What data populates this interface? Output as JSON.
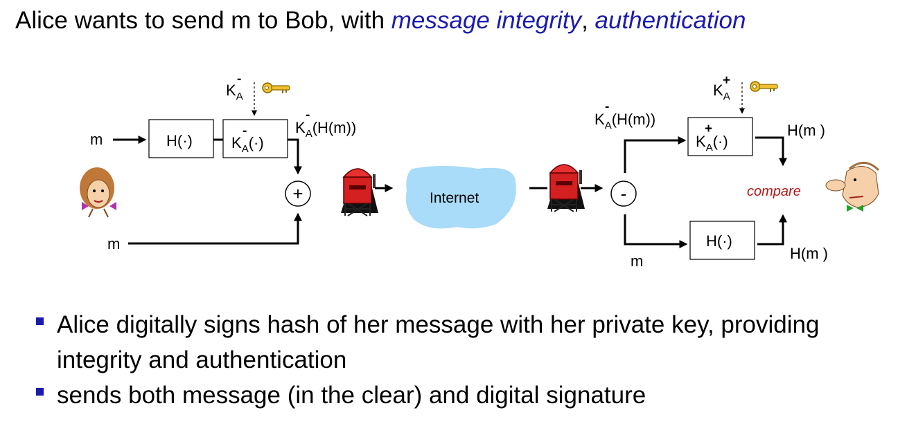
{
  "title": {
    "prefix": "Alice wants to send m to Bob, with ",
    "integrity": "message integrity",
    "separator": ", ",
    "authentication": "authentication"
  },
  "sender": {
    "m_top": "m",
    "m_bottom": "m",
    "hash_box": "H(·)",
    "key_label_base": "K",
    "key_label_sub": "A",
    "key_label_sup": "-",
    "sign_box_base": "K",
    "sign_box_sub": "A",
    "sign_box_sup": "-",
    "sign_box_suffix": "(·)",
    "signature_base": "K",
    "signature_sub": "A",
    "signature_sup": "-",
    "signature_suffix": "(H(m))",
    "plus": "+"
  },
  "network": {
    "label": "Internet"
  },
  "receiver": {
    "signature_base": "K",
    "signature_sub": "A",
    "signature_sup": "-",
    "signature_suffix": "(H(m))",
    "key_label_base": "K",
    "key_label_sub": "A",
    "key_label_sup": "+",
    "verify_box_base": "K",
    "verify_box_sub": "A",
    "verify_box_sup": "+",
    "verify_box_suffix": "(·)",
    "hash_box": "H(·)",
    "minus": "-",
    "m_label": "m",
    "hm_top": "H(m )",
    "hm_bottom": "H(m )",
    "compare": "compare"
  },
  "bullets": [
    "Alice digitally signs hash of her message with her private key, providing integrity and authentication",
    "sends both message (in the clear) and digital signature"
  ],
  "colors": {
    "accent": "#1a1ab0",
    "compare": "#b01818",
    "internet": "#a8dcf8",
    "key": "#f0c030",
    "mailbox": "#d42020"
  }
}
